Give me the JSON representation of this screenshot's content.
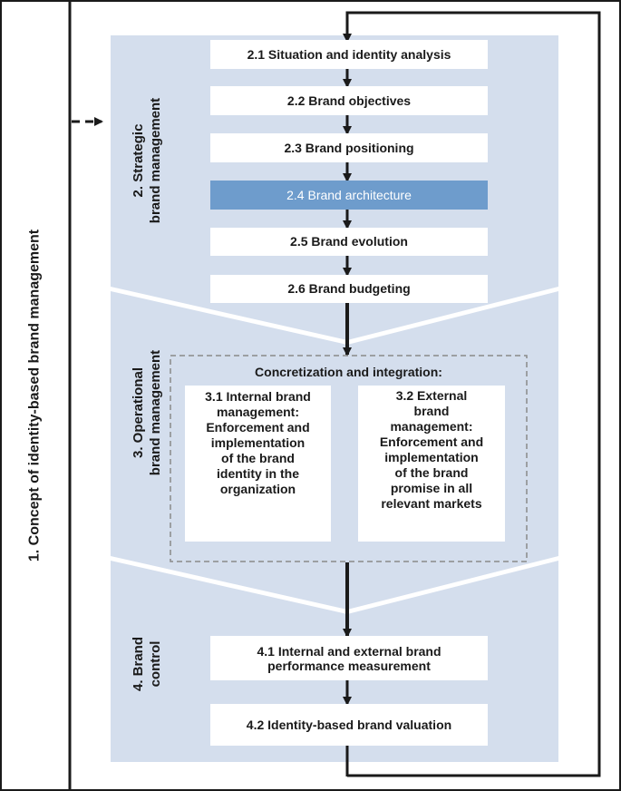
{
  "concept_label": "1. Concept of identity-based brand management",
  "sections": {
    "strategic": {
      "line1": "2. Strategic",
      "line2": "brand management"
    },
    "operational": {
      "line1": "3. Operational",
      "line2": "brand management"
    },
    "control": {
      "line1": "4. Brand",
      "line2": "control"
    }
  },
  "strategic_steps": [
    {
      "label": "2.1 Situation and identity analysis"
    },
    {
      "label": "2.2 Brand objectives"
    },
    {
      "label": "2.3 Brand positioning"
    },
    {
      "label": "2.4 Brand architecture",
      "highlighted": true
    },
    {
      "label": "2.5 Brand evolution"
    },
    {
      "label": "2.6 Brand budgeting"
    }
  ],
  "operational": {
    "title": "Concretization and integration:",
    "internal_lines": [
      "3.1 Internal brand",
      "management:",
      "Enforcement and",
      "implementation",
      "of the brand",
      "identity in the",
      "organization"
    ],
    "external_lines": [
      "3.2 External",
      "brand",
      "management:",
      "Enforcement and",
      "implementation",
      "of the brand",
      "promise in all",
      "relevant markets"
    ]
  },
  "control_steps": [
    {
      "line1": "4.1 Internal and external brand",
      "line2": "performance measurement"
    },
    {
      "label": "4.2 Identity-based brand valuation"
    }
  ],
  "colors": {
    "panel": "#d4deed",
    "highlight": "#6e9ccc",
    "line": "#1a1a1a",
    "dashed_border": "#8a8a8a"
  }
}
